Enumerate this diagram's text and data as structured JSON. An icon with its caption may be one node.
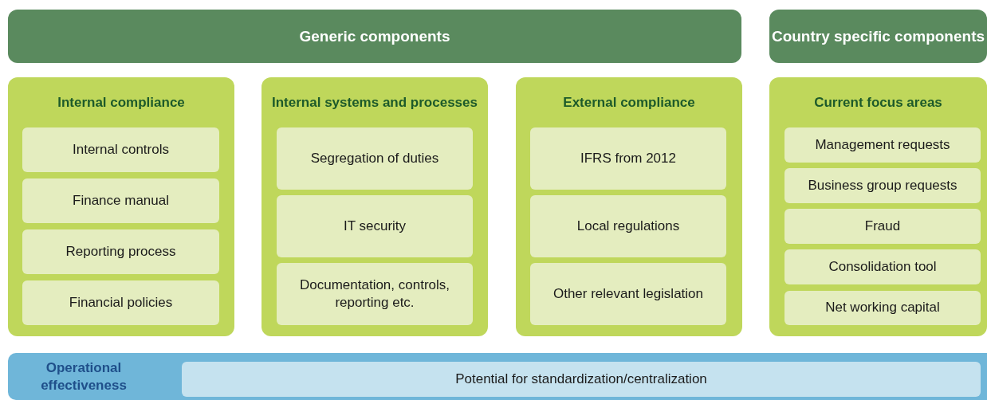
{
  "diagram": {
    "nodes": [
      {
        "text": [
          "Generic components"
        ]
      },
      {
        "text": [
          "Country specific components"
        ]
      },
      {
        "text": [
          "Internal compliance"
        ]
      },
      {
        "text": [
          "Internal controls"
        ],
        "in": 2
      },
      {
        "text": [
          "Finance manual"
        ],
        "in": 2
      },
      {
        "text": [
          "Reporting process"
        ],
        "in": 2
      },
      {
        "text": [
          "Financial policies"
        ],
        "in": 2
      },
      {
        "text": [
          "Internal systems and processes"
        ]
      },
      {
        "text": [
          "Segregation of duties"
        ],
        "in": 7
      },
      {
        "text": [
          "IT security"
        ],
        "in": 7
      },
      {
        "text": [
          "Documentation, controls, reporting etc."
        ],
        "in": 7
      },
      {
        "text": [
          "External compliance"
        ]
      },
      {
        "text": [
          "IFRS from 2012"
        ],
        "in": 11
      },
      {
        "text": [
          "Local regulations"
        ],
        "in": 11
      },
      {
        "text": [
          "Other relevant legislation"
        ],
        "in": 11
      },
      {
        "text": [
          "Current focus areas"
        ]
      },
      {
        "text": [
          "Management requests"
        ],
        "in": 15
      },
      {
        "text": [
          "Business group requests"
        ],
        "in": 15
      },
      {
        "text": [
          "Fraud"
        ],
        "in": 15
      },
      {
        "text": [
          "Consolidation tool"
        ],
        "in": 15
      },
      {
        "text": [
          "Net working capital"
        ],
        "in": 15
      },
      {
        "text": [
          "Operational effectiveness"
        ]
      },
      {
        "text": [
          "Potential for standardization/centralization"
        ],
        "in": 21
      }
    ]
  }
}
